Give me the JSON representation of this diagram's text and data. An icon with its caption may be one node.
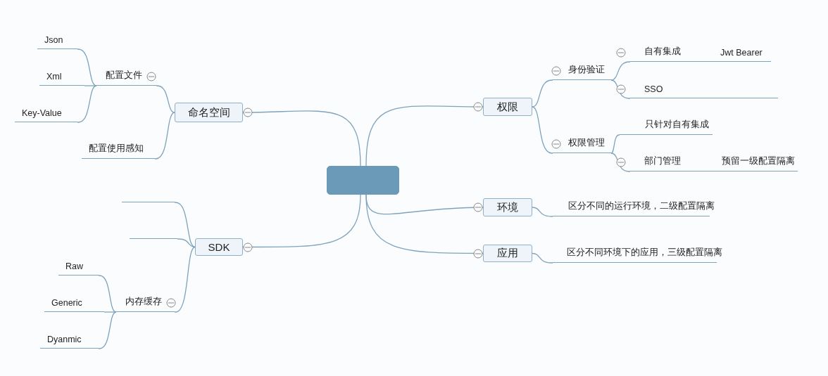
{
  "diagram": {
    "nodes": [
      {
        "text": [],
        "shape": "box"
      },
      {
        "text": [
          "命名空间"
        ]
      },
      {
        "text": [
          "配置文件"
        ]
      },
      {
        "text": [
          "Json"
        ]
      },
      {
        "text": [
          "Xml"
        ]
      },
      {
        "text": [
          "Key-Value"
        ]
      },
      {
        "text": [
          "配置使用感知"
        ]
      },
      {
        "text": [
          "SDK"
        ]
      },
      {
        "text": [],
        "shape": "line"
      },
      {
        "text": [],
        "shape": "line"
      },
      {
        "text": [
          "内存缓存"
        ]
      },
      {
        "text": [
          "Raw"
        ]
      },
      {
        "text": [
          "Generic"
        ]
      },
      {
        "text": [
          "Dyanmic"
        ]
      },
      {
        "text": [
          "权限"
        ]
      },
      {
        "text": [
          "身份验证"
        ]
      },
      {
        "text": [
          "自有集成",
          "Jwt Bearer"
        ]
      },
      {
        "text": [
          "SSO"
        ]
      },
      {
        "text": [
          "权限管理"
        ]
      },
      {
        "text": [
          "只针对自有集成"
        ]
      },
      {
        "text": [
          "部门管理",
          "预留一级配置隔离"
        ]
      },
      {
        "text": [
          "环境"
        ]
      },
      {
        "text": [
          "区分不同的运行环境，二级配置隔离"
        ]
      },
      {
        "text": [
          "应用"
        ]
      },
      {
        "text": [
          "区分不同环境下的应用，三级配置隔离"
        ]
      }
    ],
    "edges": [
      {
        "from": 0,
        "to": 1,
        "arrow": "none"
      },
      {
        "from": 1,
        "to": 2,
        "arrow": "none"
      },
      {
        "from": 2,
        "to": 3,
        "arrow": "none"
      },
      {
        "from": 2,
        "to": 4,
        "arrow": "none"
      },
      {
        "from": 2,
        "to": 5,
        "arrow": "none"
      },
      {
        "from": 1,
        "to": 6,
        "arrow": "none"
      },
      {
        "from": 0,
        "to": 7,
        "arrow": "none"
      },
      {
        "from": 7,
        "to": 8,
        "arrow": "none"
      },
      {
        "from": 7,
        "to": 9,
        "arrow": "none"
      },
      {
        "from": 7,
        "to": 10,
        "arrow": "none"
      },
      {
        "from": 10,
        "to": 11,
        "arrow": "none"
      },
      {
        "from": 10,
        "to": 12,
        "arrow": "none"
      },
      {
        "from": 10,
        "to": 13,
        "arrow": "none"
      },
      {
        "from": 0,
        "to": 14,
        "arrow": "none"
      },
      {
        "from": 14,
        "to": 15,
        "arrow": "none"
      },
      {
        "from": 15,
        "to": 16,
        "arrow": "none"
      },
      {
        "from": 15,
        "to": 17,
        "arrow": "none"
      },
      {
        "from": 14,
        "to": 18,
        "arrow": "none"
      },
      {
        "from": 18,
        "to": 19,
        "arrow": "none"
      },
      {
        "from": 18,
        "to": 20,
        "arrow": "none"
      },
      {
        "from": 0,
        "to": 21,
        "arrow": "none"
      },
      {
        "from": 21,
        "to": 22,
        "arrow": "none"
      },
      {
        "from": 0,
        "to": 23,
        "arrow": "none"
      },
      {
        "from": 23,
        "to": 24,
        "arrow": "none"
      }
    ]
  }
}
